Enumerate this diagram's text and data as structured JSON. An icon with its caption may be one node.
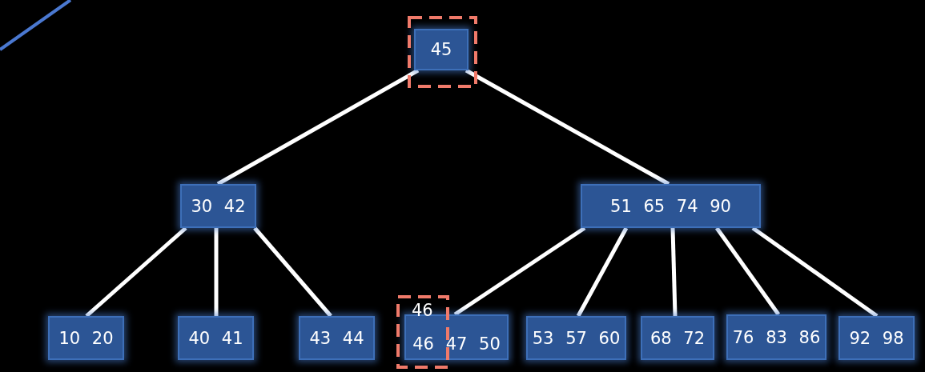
{
  "diagram": {
    "nodes": [
      {
        "text": [
          "45"
        ]
      },
      {
        "text": [
          "30 42"
        ]
      },
      {
        "text": [
          "51 65 74 90"
        ]
      },
      {
        "text": [
          "10 20"
        ]
      },
      {
        "text": [
          "40 41"
        ]
      },
      {
        "text": [
          "43 44"
        ]
      },
      {
        "text": [
          "46 47 50"
        ]
      },
      {
        "text": [
          "53 57 60"
        ]
      },
      {
        "text": [
          "68 72"
        ]
      },
      {
        "text": [
          "76 83 86"
        ]
      },
      {
        "text": [
          "92 98"
        ]
      }
    ],
    "edges": [
      {
        "from": 0,
        "to": 1,
        "arrow": "none"
      },
      {
        "from": 0,
        "to": 2,
        "arrow": "none"
      },
      {
        "from": 1,
        "to": 3,
        "arrow": "none"
      },
      {
        "from": 1,
        "to": 4,
        "arrow": "none"
      },
      {
        "from": 1,
        "to": 5,
        "arrow": "none"
      },
      {
        "from": 2,
        "to": 6,
        "arrow": "none"
      },
      {
        "from": 2,
        "to": 7,
        "arrow": "none"
      },
      {
        "from": 2,
        "to": 8,
        "arrow": "none"
      },
      {
        "from": 2,
        "to": 9,
        "arrow": "none"
      },
      {
        "from": 2,
        "to": 10,
        "arrow": "none"
      }
    ],
    "labels": [
      "46"
    ]
  }
}
